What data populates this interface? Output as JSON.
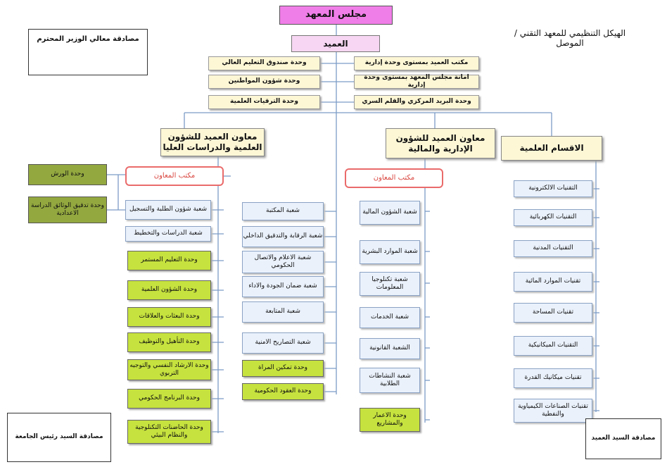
{
  "title": "الهيكل التنظيمي للمعهد التقني / الموصل",
  "council": "مجلس المعهد",
  "dean": "العميد",
  "dean_units_right": [
    "مكتب العميد بمستوى وحدة إدارية",
    "امانة مجلس المعهد بمستوى وحدة إدارية",
    "وحدة البريد المركزي والقلم السري"
  ],
  "dean_units_left": [
    "وحدة صندوق التعليم العالي",
    "وحدة شؤون المواطنين",
    "وحدة الترقيات العلمية"
  ],
  "assistant_scientific": "معاون العميد للشؤون العلمية والدراسات العليا",
  "assistant_admin": "معاون العميد للشؤون الإدارية والمالية",
  "departments_header": "الاقسام العلمية",
  "office_label": "مكتب المعاون",
  "scientific_col1": [
    "شعبة شؤون الطلبة والتسجيل",
    "شعبة الدراسات والتخطيط",
    "وحدة التعليم المستمر",
    "وحدة الشؤون العلمية",
    "وحدة البعثات والعلاقات",
    "وحدة التأهيل والتوظيف",
    "وحدة الارشاد النفسي والتوجيه التربوي",
    "وحدة البرنامج الحكومي",
    "وحدة الحاضنات التكنلوجية والنظام البيئي"
  ],
  "scientific_outer": [
    "وحدة الورش",
    "وحدة تدقيق الوثائق الدراسة الاعدادية"
  ],
  "center_col": [
    "شعبة المكتبة",
    "شعبة الرقابة والتدقيق الداخلي",
    "شعبة الاعلام والاتصال الحكومي",
    "شعبة ضمان الجودة والاداء",
    "شعبة المتابعة",
    "شعبة التصاريح الامنية",
    "وحدة تمكين المراة",
    "وحدة العقود الحكومية"
  ],
  "admin_col": [
    "شعبة الشؤون المالية",
    "شعبة الموارد البشرية",
    "شعبة تكنلوجيا المعلومات",
    "شعبة الخدمات",
    "الشعبة القانونية",
    "شعبة النشاطات الطلابية",
    "وحدة الاعمار والمشاريع"
  ],
  "departments": [
    "التقنيات الالكترونية",
    "التقنيات الكهربائية",
    "التقنيات المدنية",
    "تقنيات الموارد المائية",
    "تقنيات المساحة",
    "التقنيات الميكانيكية",
    "تقنيات ميكانيك القدرة",
    "تقنيات الصناعات الكيمياوية والنفطية"
  ],
  "minister_approval": "مصادقة معالي الوزير المحترم",
  "president_approval": "مصادقة السيد رئيس الجامعة",
  "dean_approval": "مصادقة السيد العميد",
  "colors": {
    "council": "#f07ee8",
    "dean": "#f6d6f2",
    "unit": "#fdf7d6",
    "branch": "#eaf1fb",
    "olive": "#93a83f",
    "lime": "#c6e23e",
    "office_border": "#ea6b6b",
    "line": "#7c9cc6"
  }
}
